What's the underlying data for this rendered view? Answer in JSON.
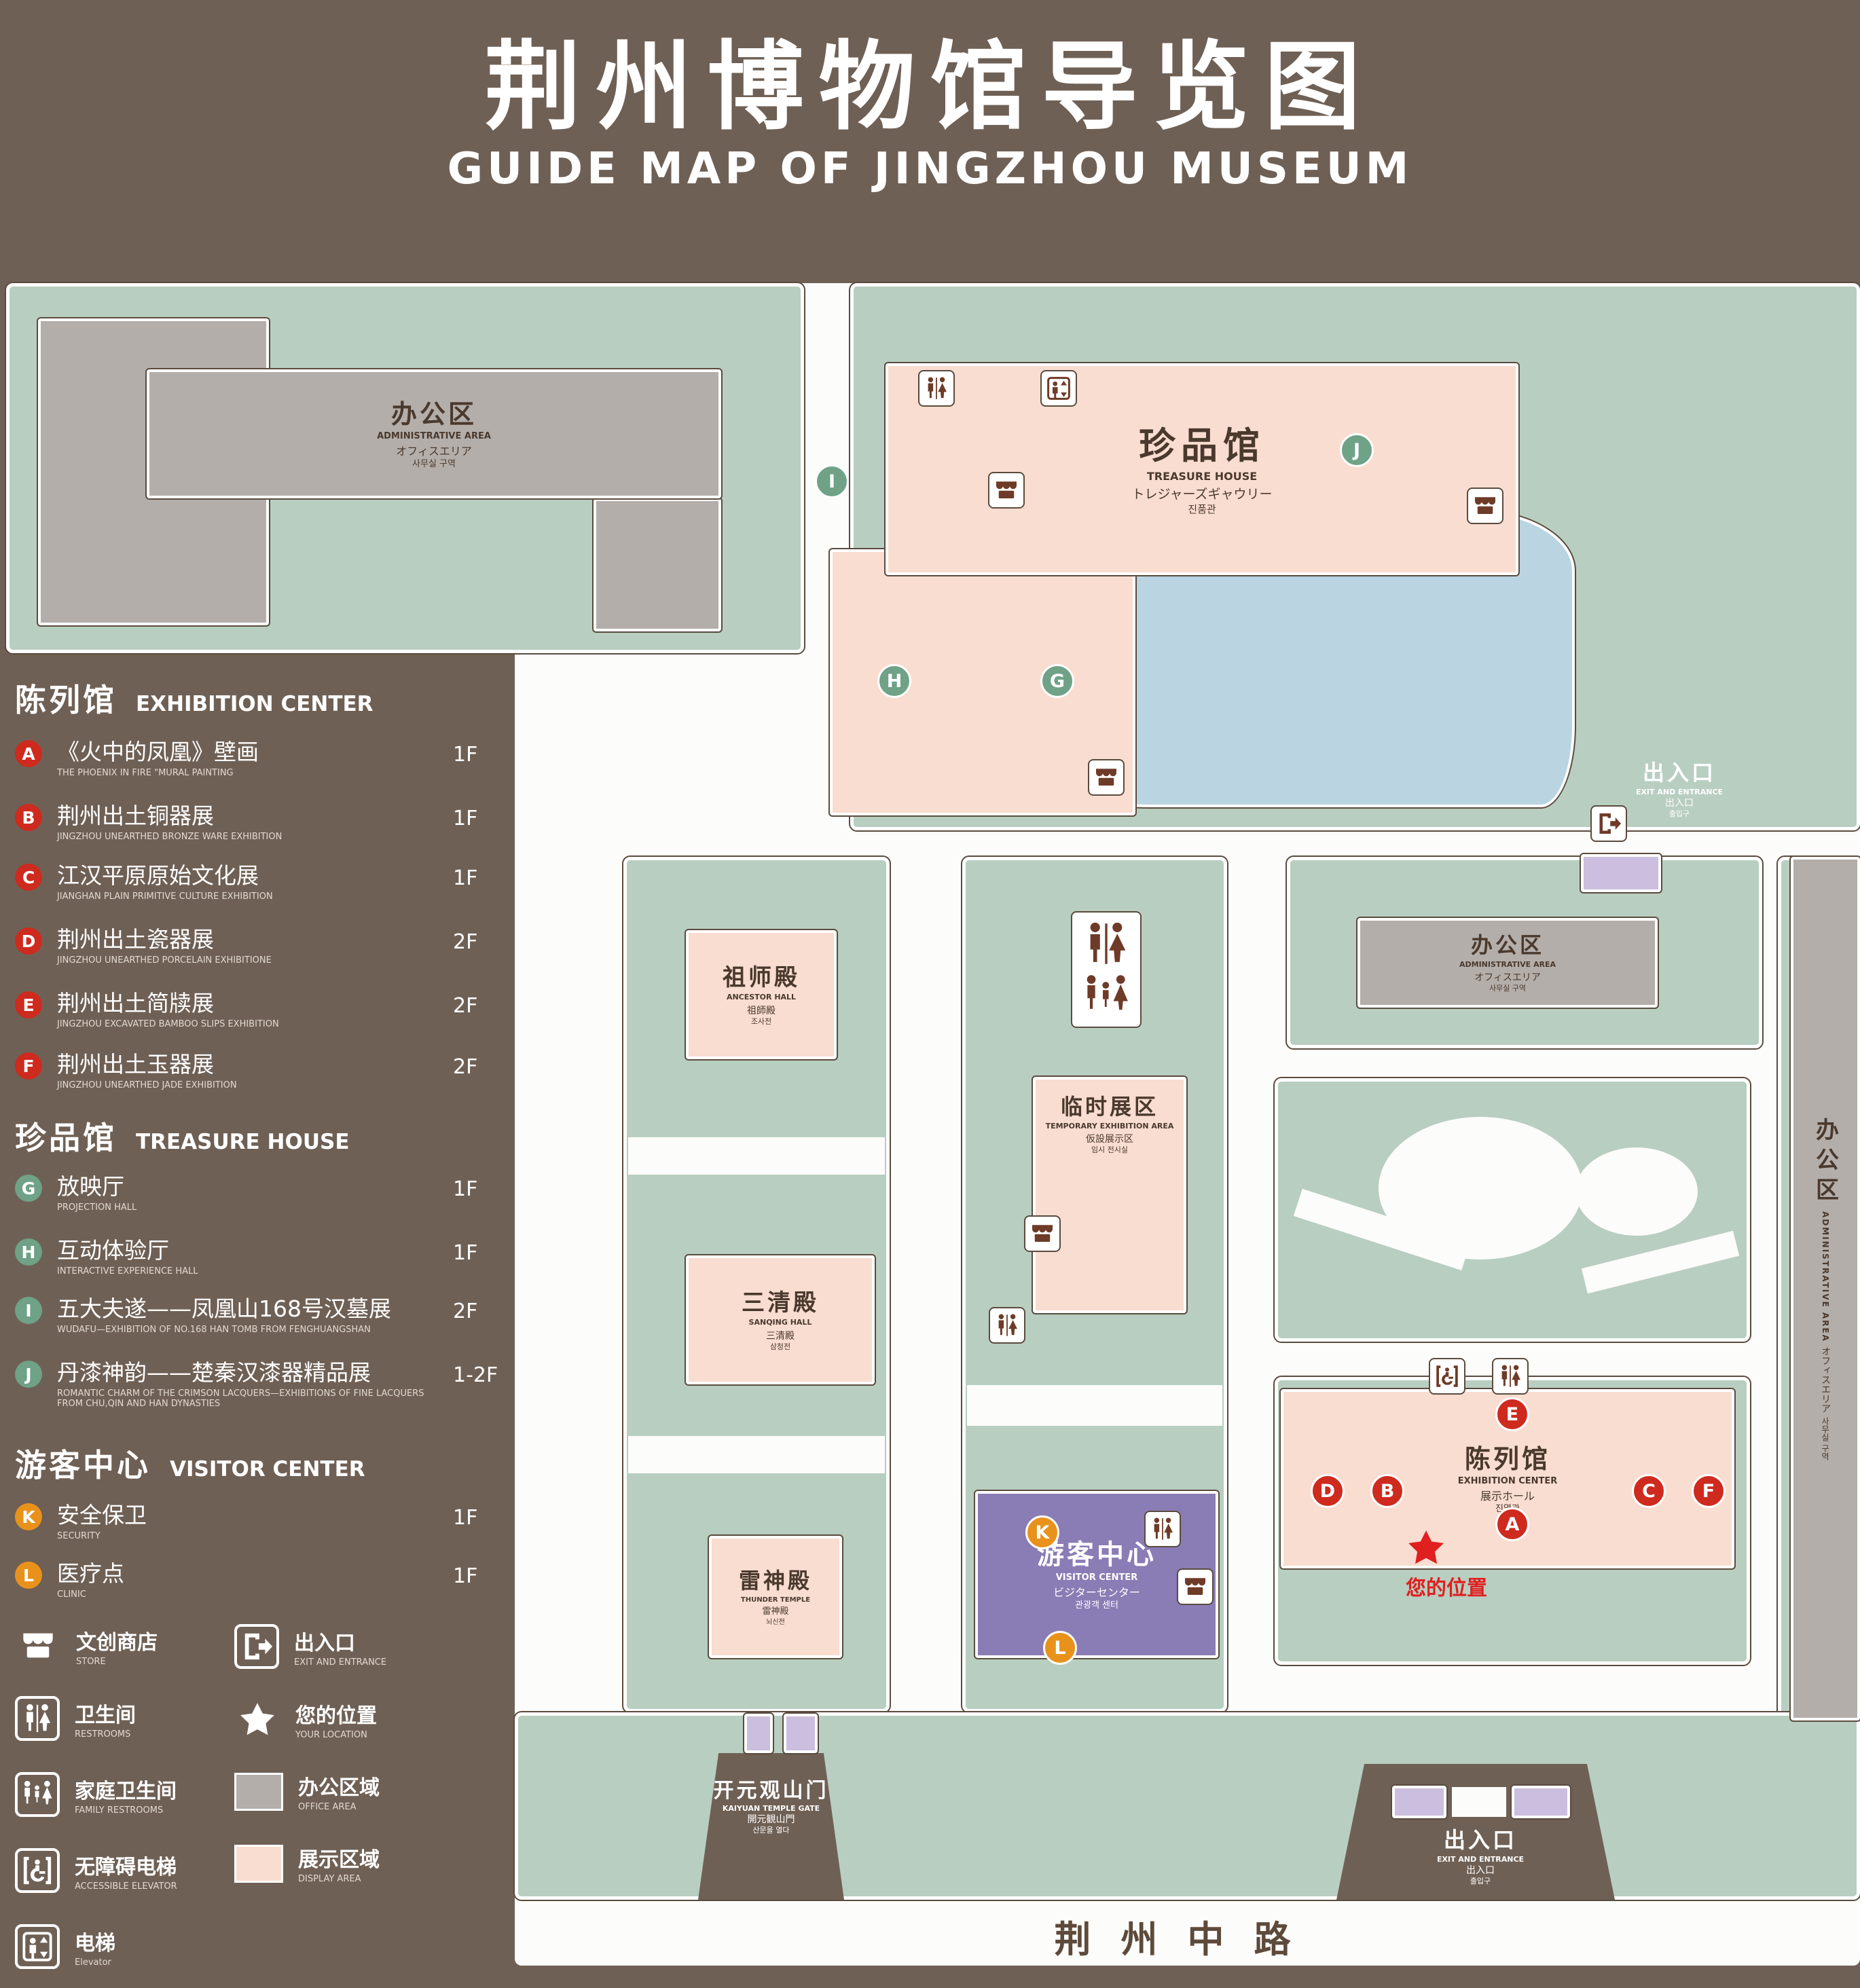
{
  "colors": {
    "background": "#6F6055",
    "lawn": "#B8CEC0",
    "display_area": "#F9DDD0",
    "office_area": "#B4AEAA",
    "pond": "#BAD4E2",
    "visitor_center": "#8A7CB5",
    "gate_building": "#CBBEDE",
    "marker_red": "#CE2A1E",
    "marker_green": "#6FA287",
    "marker_orange": "#E8921C",
    "location_red": "#E01F1F",
    "text_dark": "#4A392D"
  },
  "header": {
    "title_zh": "荆州博物馆导览图",
    "title_en": "GUIDE MAP OF JINGZHOU MUSEUM"
  },
  "legend": {
    "sections": [
      {
        "heading_zh": "陈列馆",
        "heading_en": "EXHIBITION CENTER",
        "items": [
          {
            "key": "A",
            "zh": "《火中的凤凰》壁画",
            "en": "THE PHOENIX IN FIRE \"MURAL PAINTING",
            "floor": "1F"
          },
          {
            "key": "B",
            "zh": "荆州出土铜器展",
            "en": "JINGZHOU UNEARTHED BRONZE WARE EXHIBITION",
            "floor": "1F"
          },
          {
            "key": "C",
            "zh": "江汉平原原始文化展",
            "en": "JIANGHAN PLAIN PRIMITIVE CULTURE EXHIBITION",
            "floor": "1F"
          },
          {
            "key": "D",
            "zh": "荆州出土瓷器展",
            "en": "JINGZHOU UNEARTHED PORCELAIN EXHIBITIONE",
            "floor": "2F"
          },
          {
            "key": "E",
            "zh": "荆州出土简牍展",
            "en": "JINGZHOU EXCAVATED BAMBOO SLIPS EXHIBITION",
            "floor": "2F"
          },
          {
            "key": "F",
            "zh": "荆州出土玉器展",
            "en": "JINGZHOU UNEARTHED JADE EXHIBITION",
            "floor": "2F"
          }
        ]
      },
      {
        "heading_zh": "珍品馆",
        "heading_en": "TREASURE HOUSE",
        "items": [
          {
            "key": "G",
            "zh": "放映厅",
            "en": "PROJECTION HALL",
            "floor": "1F"
          },
          {
            "key": "H",
            "zh": "互动体验厅",
            "en": "INTERACTIVE EXPERIENCE HALL",
            "floor": "1F"
          },
          {
            "key": "I",
            "zh": "五大夫遂——凤凰山168号汉墓展",
            "en": "WUDAFU—EXHIBITION OF NO.168 HAN TOMB FROM FENGHUANGSHAN",
            "floor": "2F"
          },
          {
            "key": "J",
            "zh": "丹漆神韵——楚秦汉漆器精品展",
            "en": "ROMANTIC CHARM OF THE CRIMSON LACQUERS—EXHIBITIONS OF FINE LACQUERS FROM CHU,QIN AND HAN DYNASTIES",
            "floor": "1-2F"
          }
        ]
      },
      {
        "heading_zh": "游客中心",
        "heading_en": "VISITOR CENTER",
        "items": [
          {
            "key": "K",
            "zh": "安全保卫",
            "en": "SECURITY",
            "floor": "1F"
          },
          {
            "key": "L",
            "zh": "医疗点",
            "en": "CLINIC",
            "floor": "1F"
          }
        ]
      }
    ],
    "symbols": {
      "store": {
        "zh": "文创商店",
        "en": "STORE"
      },
      "exit": {
        "zh": "出入口",
        "en": "EXIT AND ENTRANCE"
      },
      "restroom": {
        "zh": "卫生间",
        "en": "RESTROOMS"
      },
      "location": {
        "zh": "您的位置",
        "en": "YOUR LOCATION"
      },
      "family": {
        "zh": "家庭卫生间",
        "en": "FAMILY RESTROOMS"
      },
      "office": {
        "zh": "办公区域",
        "en": "OFFICE AREA"
      },
      "accessible": {
        "zh": "无障碍电梯",
        "en": "ACCESSIBLE ELEVATOR"
      },
      "display": {
        "zh": "展示区域",
        "en": "DISPLAY AREA"
      },
      "elevator": {
        "zh": "电梯",
        "en": "Elevator"
      }
    }
  },
  "map": {
    "buildings": {
      "admin": {
        "zh": "办公区",
        "en": "ADMINISTRATIVE AREA",
        "jp": "オフィスエリア",
        "kr": "사무실 구역"
      },
      "treasure": {
        "zh": "珍品馆",
        "en": "TREASURE HOUSE",
        "jp": "トレジャーズギャウリー",
        "kr": "진품관"
      },
      "ancestor": {
        "zh": "祖师殿",
        "en": "ANCESTOR HALL",
        "jp": "祖師殿",
        "kr": "조사전"
      },
      "temp": {
        "zh": "临时展区",
        "en": "TEMPORARY EXHIBITION AREA",
        "jp": "仮設展示区",
        "kr": "임시 전시실"
      },
      "sanqing": {
        "zh": "三清殿",
        "en": "SANQING HALL",
        "jp": "三清殿",
        "kr": "삼청전"
      },
      "thunder": {
        "zh": "雷神殿",
        "en": "THUNDER TEMPLE",
        "jp": "雷神殿",
        "kr": "뇌신전"
      },
      "visitor": {
        "zh": "游客中心",
        "en": "VISITOR CENTER",
        "jp": "ビジターセンター",
        "kr": "관광객 센터"
      },
      "exhibition": {
        "zh": "陈列馆",
        "en": "EXHIBITION CENTER",
        "jp": "展示ホール",
        "kr": "진열관"
      },
      "gate": {
        "zh": "开元观山门",
        "en": "KAIYUAN TEMPLE GATE",
        "jp": "開元観山門",
        "kr": "산문을 열다"
      },
      "exit": {
        "zh": "出入口",
        "en": "EXIT AND ENTRANCE",
        "jp": "出入口",
        "kr": "출입구"
      },
      "road": {
        "zh": "荆州中路"
      }
    },
    "letters": {
      "a": "A",
      "b": "B",
      "c": "C",
      "d": "D",
      "e": "E",
      "f": "F",
      "g": "G",
      "h": "H",
      "i": "I",
      "j": "J",
      "k": "K",
      "l": "L"
    },
    "your_location": "您的位置"
  }
}
